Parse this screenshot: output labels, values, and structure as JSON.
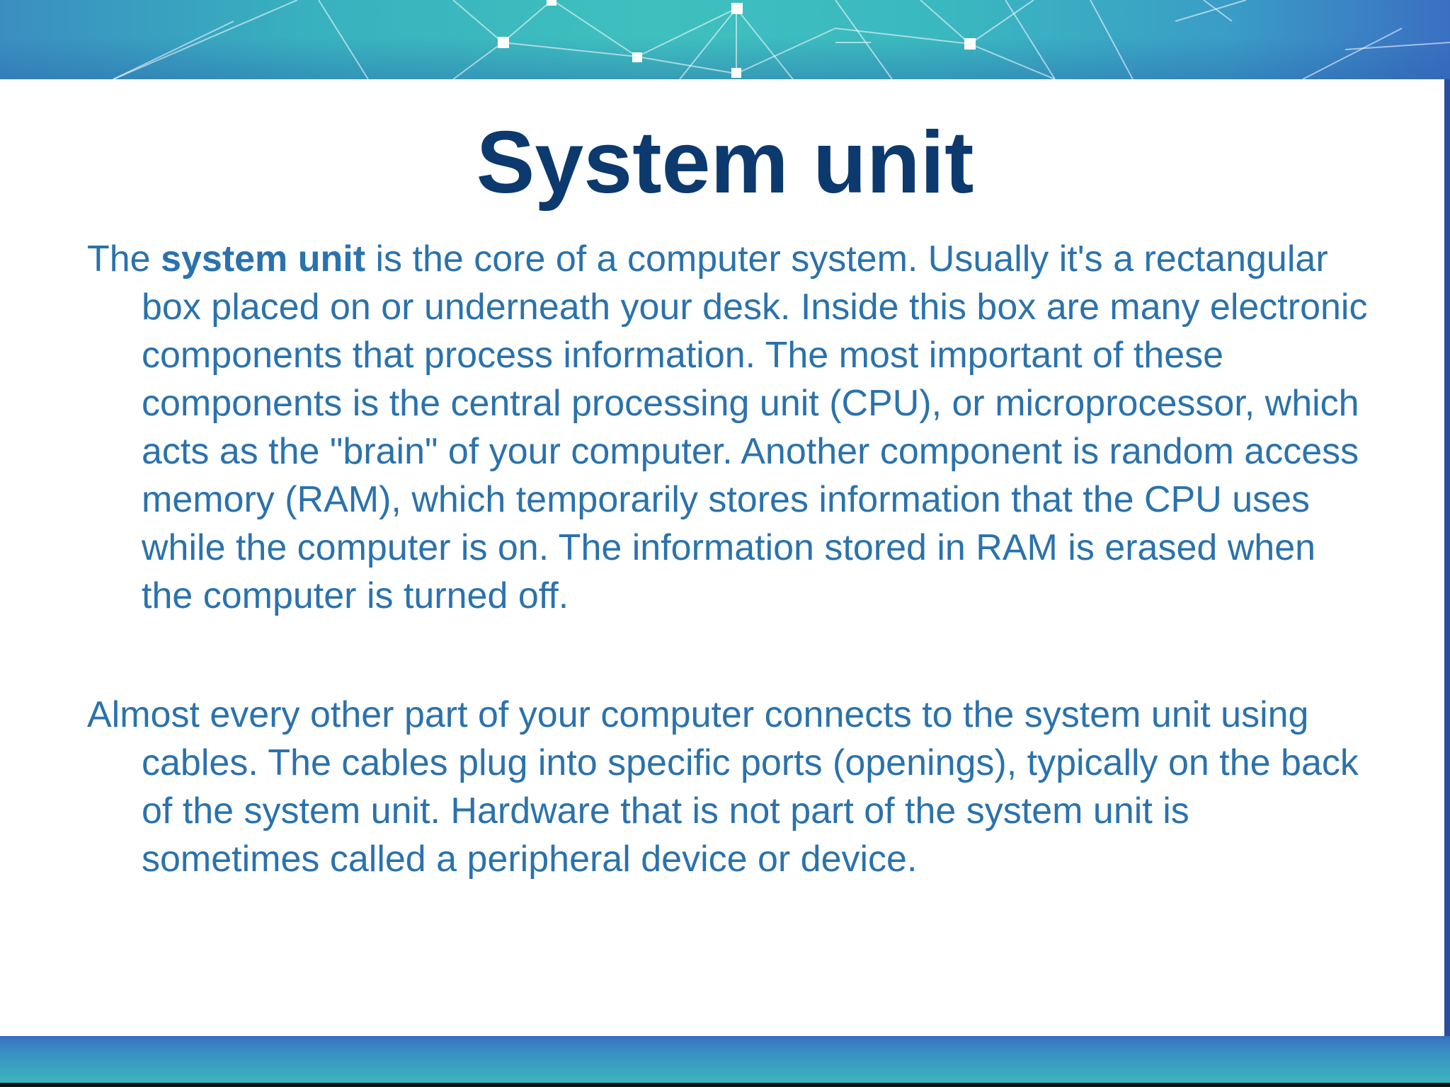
{
  "slide": {
    "title": "System unit",
    "paragraphs": [
      {
        "lead": "The ",
        "bold": "system unit",
        "rest": " is the core of a computer system. Usually it's a rectangular box placed on or underneath your desk. Inside this box are many electronic components that process information. The most important of these components is the central processing unit (CPU), or microprocessor, which acts as the \"brain\" of your computer. Another component is random access memory (RAM), which temporarily stores information that the CPU uses while the computer is on. The information stored in RAM is erased when the computer is turned off."
      },
      {
        "text": "Almost every other part of your computer connects to the system unit using cables. The cables plug into specific ports (openings), typically on the back of the system unit. Hardware that is not part of the system unit is sometimes called a peripheral device or device."
      }
    ]
  },
  "colors": {
    "title": "#0c3a6e",
    "body_text": "#2a72ad",
    "band_teal": "#3fc0be",
    "band_blue": "#3b6fc2"
  }
}
